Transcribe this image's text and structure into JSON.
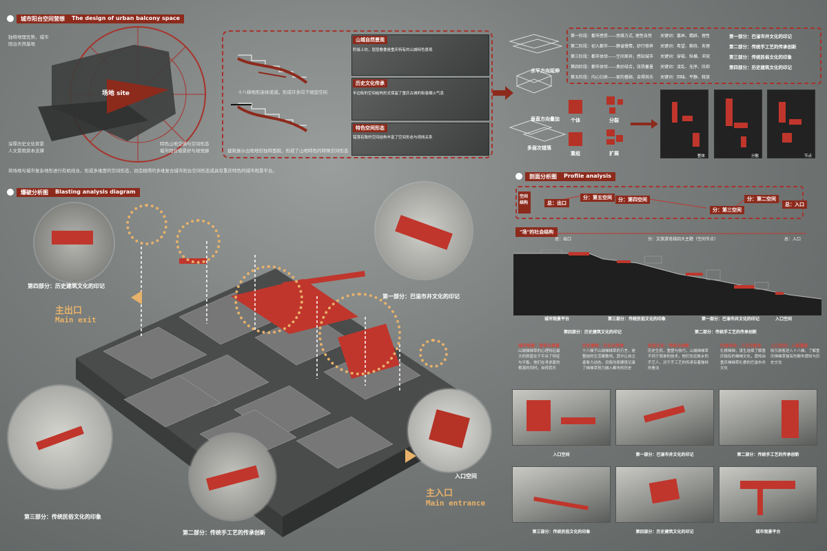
{
  "sec1": {
    "title_cn": "城市阳台空间营想",
    "title_en": "The design of urban balcony space"
  },
  "site": {
    "t1": "独特地理优势，城市阳台天然基地",
    "t2": "深厚历史文化背景\n人文景观资本支撑",
    "t3": "特色山地交通与空间形态\n城市阳台借景好与视觉廊",
    "label": "场地 site",
    "summary": "将场地与城市复杂地形进行有机结合，形成多维度的空间形态，创造相得的多维复合城市阳台空间形态成具有重庆特色的城市观景平台。"
  },
  "nodes": {
    "n1": "十八梯地形连续递减，形成许多向下倾型空间",
    "n2": "建筑展示出地地形独特面貌，形成了山地特色的特殊空间形态"
  },
  "panels": [
    {
      "title": "山城自然景观",
      "text": "阶级上坎，层层叠叠是重庆特有的山城特色景观"
    },
    {
      "title": "历史文化传承",
      "text": "半边街的空间结构形式保留了重庆古城的街巷烟火气息"
    },
    {
      "title": "特色空间形态",
      "text": "错落有致的空间结构丰富了空间形态与视线关系"
    }
  ],
  "strategy": {
    "horiz": "水平方向延伸",
    "vert": "垂直方向叠加",
    "multi": "多层次错落",
    "individual": "个体",
    "split": "分裂",
    "recombine": "重组",
    "expand": "扩展",
    "map_labels": [
      "整体",
      "分散",
      "节点"
    ]
  },
  "parts": [
    {
      "text": "第一阶段：都市感受——思维方式, 理性自然",
      "kw": "关键词：寡弄、精辟、理性",
      "name": "第一部分：巴渝市井文化的印记"
    },
    {
      "text": "第二阶段：初入都市——静谧慢情，舒行修养",
      "kw": "关键词：希望、期待、务理",
      "name": "第二部分：传统手工艺的传承创新"
    },
    {
      "text": "第三阶段：都市体验——空间差异，感知城市",
      "kw": "关键词：穿梭、纵横、冲突",
      "name": "第三部分：传统民俗文化的印象"
    },
    {
      "text": "第四阶段：都市体验——奥妙结合，张扬蓄墨",
      "kw": "关键词：凌乱、无序、压抑",
      "name": "第四部分：历史建筑文化的印记"
    },
    {
      "text": "第五阶段：内心归来——家的眷顾，自得其乐",
      "kw": "关键词：回味、平静、释放"
    }
  ],
  "blast": {
    "title_cn": "爆破分析图",
    "title_en": "Blasting analysis diagram",
    "part1": "第一部分：巴渝市井文化的印记",
    "part2": "第二部分：传统手工艺的传承创新",
    "part3": "第三部分：传统民俗文化的印象",
    "part4": "第四部分：历史建筑文化的印记",
    "main_exit_cn": "主出口",
    "main_exit_en": "Main exit",
    "main_ent_cn": "主入口",
    "main_ent_en": "Main entrance",
    "ent_space": "入口空间"
  },
  "profile": {
    "title_cn": "剖面分析图",
    "title_en": "Profile analysis",
    "struct": "空间结构",
    "nodes": [
      "总：出口",
      "分：第五空间",
      "分：第四空间",
      "分：第三空间",
      "分：第二空间",
      "总：入口"
    ],
    "social": "\"场\"的社会结构",
    "social_exit": "总：出口",
    "social_mid": "分：文旅游览线四大主题（空间节点）",
    "social_ent": "总：入口",
    "sec_labels": [
      "城市观景平台",
      "第三部分：传统民俗文化的印象",
      "第一部分：巴渝市井文化的印记",
      "入口空间"
    ],
    "sec_labels2": [
      "第四部分：历史建筑文化的印记",
      "第二部分：传统手工艺的传承创新"
    ]
  },
  "columns": [
    {
      "t": "城市观景：游览与观景",
      "b": "山城梯梯草的心理特征最大的财富在于平台了特征与平衡，他们在寻求家的根源的同时，自得其乐"
    },
    {
      "t": "历史建筑：文化与传承",
      "b": "十八梯子山城梯梯草的万言，是整结的生活聚散地，其中让自立者象力动态，目临均原建筑记录了梯梯草努力融入都市的历史"
    },
    {
      "t": "民俗文化：传统与创新",
      "b": "历史生机，重塑与技巧，山城梯梯草不同于简单的技术，他们也远故乡的手艺人，对于手工艺的传承有着独特的看法"
    },
    {
      "t": "巴渝市井：人文与新生",
      "b": "扎根梯梯，谋生选择了解重庆独有的梯梯文化，感知由重庆梯梯草扎根的巴渝市井文化"
    },
    {
      "t": "入口空间：入城漫游",
      "b": "吸引游客进入十八梯，了解重庆梯梯草独有的都市感知与历史文化"
    }
  ],
  "renders": [
    "入口空间",
    "第一部分：巴渝市井文化的印记",
    "第二部分：传统手工艺的传承创新",
    "第三部分：传统民俗文化的印象",
    "第四部分：历史建筑文化的印记",
    "城市观景平台"
  ],
  "colors": {
    "accent": "#8c2a1c",
    "red": "#c0362c",
    "ring": "#e8b26a"
  }
}
